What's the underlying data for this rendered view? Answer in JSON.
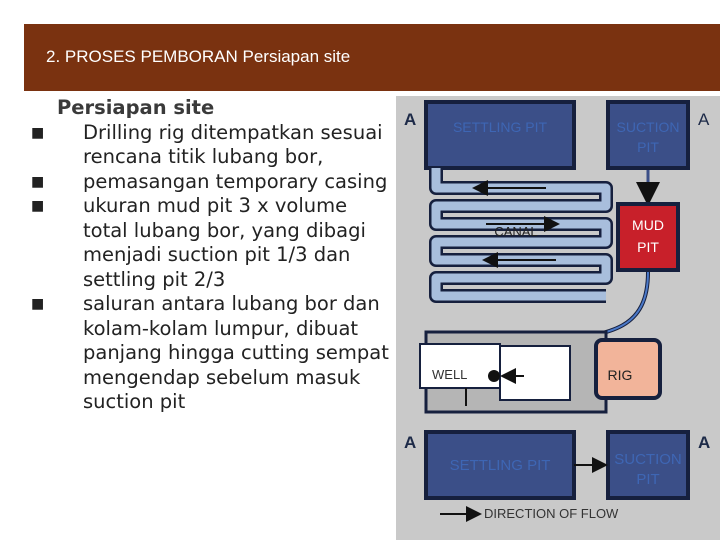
{
  "header": {
    "title": "2. PROSES PEMBORAN Persiapan site"
  },
  "content": {
    "heading": "Persiapan site",
    "bullets": [
      "Drilling rig ditempatkan sesuai rencana titik lubang bor,",
      "pemasangan temporary casing",
      "ukuran mud pit  3 x volume total lubang bor, yang dibagi menjadi suction pit 1/3 dan settling pit 2/3",
      "saluran antara lubang bor dan kolam-kolam lumpur, dibuat panjang hingga cutting sempat mengendap sebelum masuk suction pit"
    ]
  },
  "diagram": {
    "section_top_left": "A",
    "section_top_right": "A",
    "section_bottom_left": "A",
    "section_bottom_right": "A",
    "settling_pit_top": "SETTLING PIT",
    "suction_pit_top_1": "SUCTION",
    "suction_pit_top_2": "PIT",
    "canal": "CANAL",
    "mud_pit_1": "MUD",
    "mud_pit_2": "PIT",
    "well": "WELL",
    "rig": "RIG",
    "settling_pit_bottom": "SETTLING PIT",
    "suction_pit_bottom_1": "SUCTION",
    "suction_pit_bottom_2": "PIT",
    "direction_of_flow": "DIRECTION OF FLOW"
  },
  "colors": {
    "title_bar": "#7a3210",
    "pit_fill": "#3b4f88",
    "pit_border": "#16203e",
    "mud_pit_fill": "#c8202a",
    "rig_fill": "#f2b49a",
    "canal_fill": "#a8bedc",
    "label_blue": "#3e66b4"
  }
}
